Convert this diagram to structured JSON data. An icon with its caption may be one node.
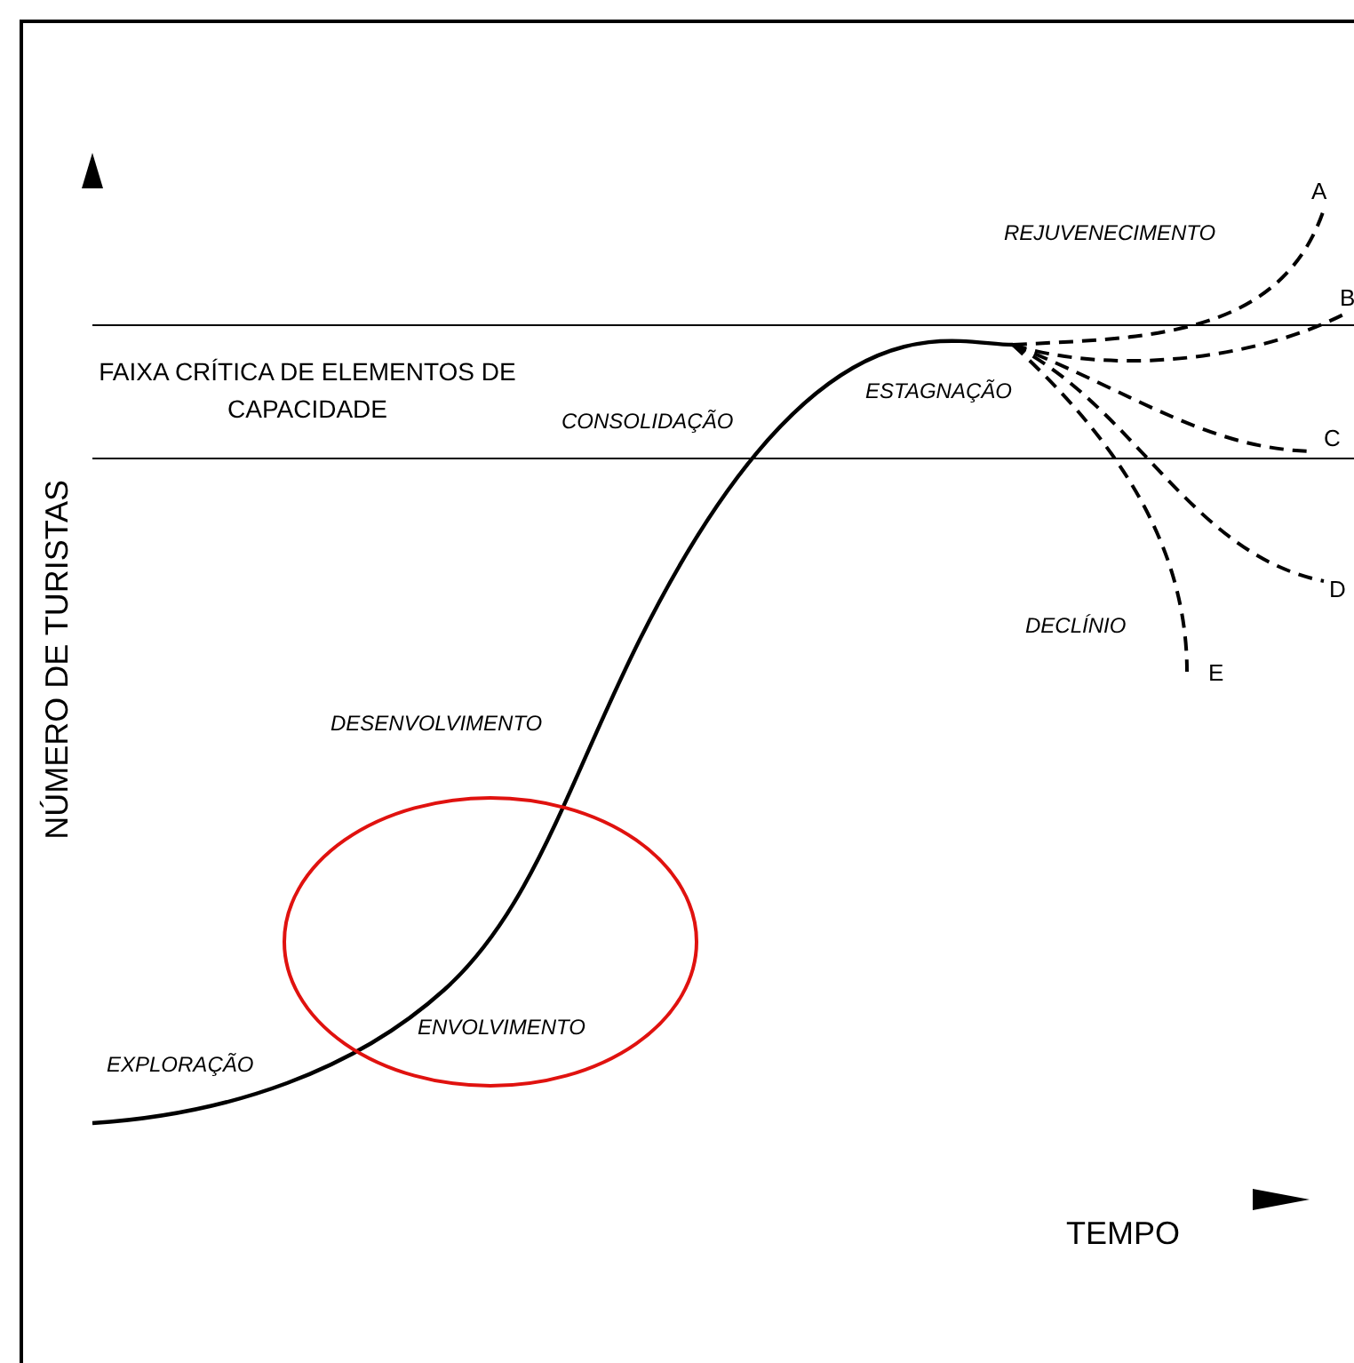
{
  "diagram": {
    "nodes": [
      {
        "text": [
          "ENVOLVIMENTO"
        ]
      }
    ],
    "labels": [
      "A",
      "REJUVENECIMENTO",
      "B",
      "FAIXA CRÍTICA DE ELEMENTOS DE CAPACIDADE",
      "ESTAGNAÇÃO",
      "CONSOLIDAÇÃO",
      "C",
      "D",
      "DECLÍNIO",
      "E",
      "DESENVOLVIMENTO",
      "NÚMERO DE TURISTAS",
      "EXPLORAÇÃO",
      "TEMPO"
    ]
  }
}
